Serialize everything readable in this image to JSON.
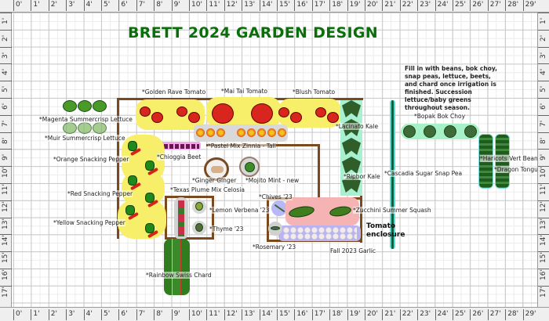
{
  "title": "BRETT 2024 GARDEN DESIGN",
  "note": "Fill in with beans, bok choy, snap peas, lettuce, beets, and chard once irrigation is finished. Succession lettuce/baby greens throughout season.",
  "rulers": {
    "x": [
      "0'",
      "1'",
      "2'",
      "3'",
      "4'",
      "5'",
      "6'",
      "7'",
      "8'",
      "9'",
      "10'",
      "11'",
      "12'",
      "13'",
      "14'",
      "15'",
      "16'",
      "17'",
      "18'",
      "19'",
      "20'",
      "21'",
      "22'",
      "23'",
      "24'",
      "25'",
      "26'",
      "27'",
      "28'",
      "29'"
    ],
    "y": [
      "1'",
      "2'",
      "3'",
      "4'",
      "5'",
      "6'",
      "7'",
      "8'",
      "9'",
      "10'",
      "11'",
      "12'",
      "13'",
      "14'",
      "15'",
      "16'",
      "17'"
    ]
  },
  "plants": {
    "magenta_lettuce": "*Magenta Summercrisp Lettuce",
    "muir_lettuce": "*Muir Summercrisp Lettuce",
    "golden_rave": "*Golden Rave Tomato",
    "mai_tai": "*Mai Tai Tomato",
    "blush": "*Blush Tomato",
    "zinnia": "*Pastel Mix Zinnia - Tall",
    "beet": "*Chioggia Beet",
    "orange_pepper": "*Orange Snacking Pepper",
    "red_pepper": "*Red Snacking Pepper",
    "yellow_pepper": "*Yellow Snacking Pepper",
    "ginger": "*Ginger Ginger",
    "mint": "*Mojito Mint - new",
    "celosia": "*Texas Plume Mix Celosia",
    "lemon_verbena": "*Lemon Verbena '23",
    "thyme": "*Thyme '23",
    "chard": "*Rainbow Swiss Chard",
    "chives": "*Chives '23",
    "rosemary": "*Rosemary '23",
    "zucchini": "*Zucchini Summer Squash",
    "garlic": "Fall 2023 Garlic",
    "lacinato": "*Lacinato Kale",
    "ripbor": "*Ripbor Kale",
    "snap_pea": "*Cascadia Sugar Snap Pea",
    "bok_choy": "*Bopak Bok Choy",
    "haricots": "*Haricots Vert Bean",
    "dragon": "*Dragon Tongue"
  },
  "enclosure_label": "Tomato enclosure",
  "colors": {
    "title": "#0a6e0a",
    "bed_border": "#7a4a1e",
    "tomato_highlight": "#f7ef6a",
    "pepper_highlight": "#f7ef6a",
    "zucchini_highlight": "#f6b3b3",
    "garlic_highlight": "#b9b4f0",
    "greens_highlight": "#9ff0c8"
  }
}
